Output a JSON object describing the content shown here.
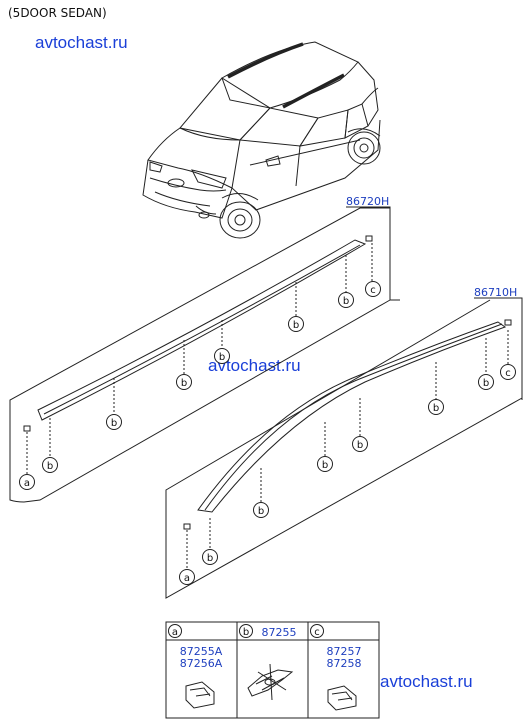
{
  "header": {
    "title": "(5DOOR SEDAN)"
  },
  "watermark": {
    "text": "avtochast.ru"
  },
  "parts": {
    "upper_assembly": "86720H",
    "lower_assembly": "86710H"
  },
  "callout_letters": {
    "a": "a",
    "b": "b",
    "c": "c"
  },
  "legend": {
    "a_numbers": [
      "87255A",
      "87256A"
    ],
    "b_number": "87255",
    "c_numbers": [
      "87257",
      "87258"
    ]
  },
  "colors": {
    "part_number": "#1e3fbf",
    "watermark": "#1a3fd8",
    "line": "#222222"
  }
}
